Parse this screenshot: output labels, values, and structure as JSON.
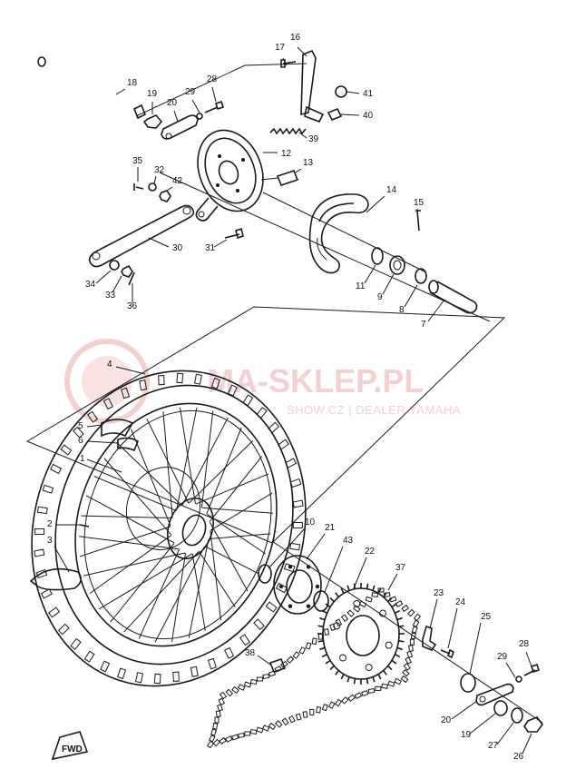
{
  "watermark": {
    "main": "MA-SKLEP.PL",
    "sub": "SHOW.CZ | DEALER YAMAHA",
    "color": "#f2c9c9"
  },
  "badge": "FWD",
  "callouts": [
    {
      "id": "c17",
      "label": "17"
    },
    {
      "id": "c16",
      "label": "16"
    },
    {
      "id": "c18",
      "label": "18"
    },
    {
      "id": "c19a",
      "label": "19"
    },
    {
      "id": "c20a",
      "label": "20"
    },
    {
      "id": "c29a",
      "label": "29"
    },
    {
      "id": "c28a",
      "label": "28"
    },
    {
      "id": "c41",
      "label": "41"
    },
    {
      "id": "c40",
      "label": "40"
    },
    {
      "id": "c39",
      "label": "39"
    },
    {
      "id": "c12",
      "label": "12"
    },
    {
      "id": "c13",
      "label": "13"
    },
    {
      "id": "c35",
      "label": "35"
    },
    {
      "id": "c32",
      "label": "32"
    },
    {
      "id": "c42",
      "label": "42"
    },
    {
      "id": "c14",
      "label": "14"
    },
    {
      "id": "c15",
      "label": "15"
    },
    {
      "id": "c30",
      "label": "30"
    },
    {
      "id": "c31",
      "label": "31"
    },
    {
      "id": "c34",
      "label": "34"
    },
    {
      "id": "c33",
      "label": "33"
    },
    {
      "id": "c36",
      "label": "36"
    },
    {
      "id": "c11",
      "label": "11"
    },
    {
      "id": "c9",
      "label": "9"
    },
    {
      "id": "c8",
      "label": "8"
    },
    {
      "id": "c7",
      "label": "7"
    },
    {
      "id": "c4",
      "label": "4"
    },
    {
      "id": "c5",
      "label": "5"
    },
    {
      "id": "c6",
      "label": "6"
    },
    {
      "id": "c1",
      "label": "1"
    },
    {
      "id": "c2",
      "label": "2"
    },
    {
      "id": "c3",
      "label": "3"
    },
    {
      "id": "c10",
      "label": "10"
    },
    {
      "id": "c21",
      "label": "21"
    },
    {
      "id": "c43",
      "label": "43"
    },
    {
      "id": "c22",
      "label": "22"
    },
    {
      "id": "c37",
      "label": "37"
    },
    {
      "id": "c23",
      "label": "23"
    },
    {
      "id": "c24",
      "label": "24"
    },
    {
      "id": "c25",
      "label": "25"
    },
    {
      "id": "c38",
      "label": "38"
    },
    {
      "id": "c29b",
      "label": "29"
    },
    {
      "id": "c28b",
      "label": "28"
    },
    {
      "id": "c20b",
      "label": "20"
    },
    {
      "id": "c19b",
      "label": "19"
    },
    {
      "id": "c27",
      "label": "27"
    },
    {
      "id": "c26",
      "label": "26"
    }
  ]
}
